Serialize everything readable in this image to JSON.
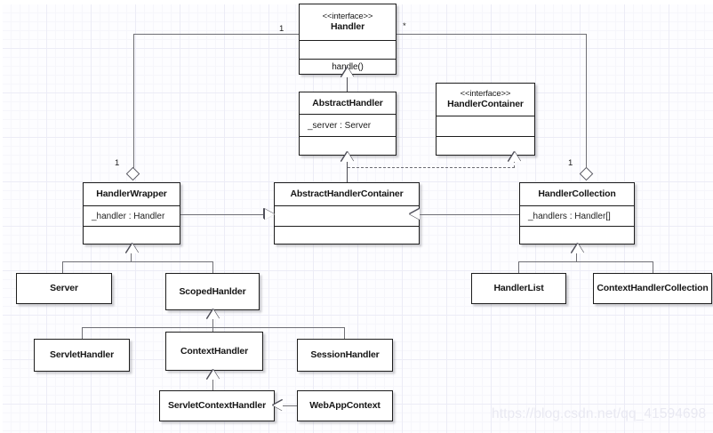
{
  "diagram": {
    "type": "uml-class-diagram",
    "watermark": "https://blog.csdn.net/qq_41594698",
    "classes": {
      "handler": {
        "stereotype": "<<interface>>",
        "name": "Handler",
        "attributes": "",
        "operations": "handle()"
      },
      "abstract_handler": {
        "name": "AbstractHandler",
        "attributes": "_server : Server",
        "operations": ""
      },
      "handler_container": {
        "stereotype": "<<interface>>",
        "name": "HandlerContainer",
        "attributes": "",
        "operations": ""
      },
      "handler_wrapper": {
        "name": "HandlerWrapper",
        "attributes": "_handler : Handler",
        "operations": ""
      },
      "abstract_handler_container": {
        "name": "AbstractHandlerContainer",
        "attributes": "",
        "operations": ""
      },
      "handler_collection": {
        "name": "HandlerCollection",
        "attributes": "_handlers : Handler[]",
        "operations": ""
      },
      "server": {
        "name": "Server"
      },
      "scoped_handler": {
        "name": "ScopedHanlder"
      },
      "handler_list": {
        "name": "HandlerList"
      },
      "context_handler_collection": {
        "name": "ContextHandlerCollection"
      },
      "servlet_handler": {
        "name": "ServletHandler"
      },
      "context_handler": {
        "name": "ContextHandler"
      },
      "session_handler": {
        "name": "SessionHandler"
      },
      "servlet_context_handler": {
        "name": "ServletContextHandler"
      },
      "web_app_context": {
        "name": "WebAppContext"
      }
    },
    "multiplicities": {
      "handler_left": "1",
      "handler_right": "*",
      "handler_wrapper": "1",
      "handler_collection": "1"
    }
  }
}
